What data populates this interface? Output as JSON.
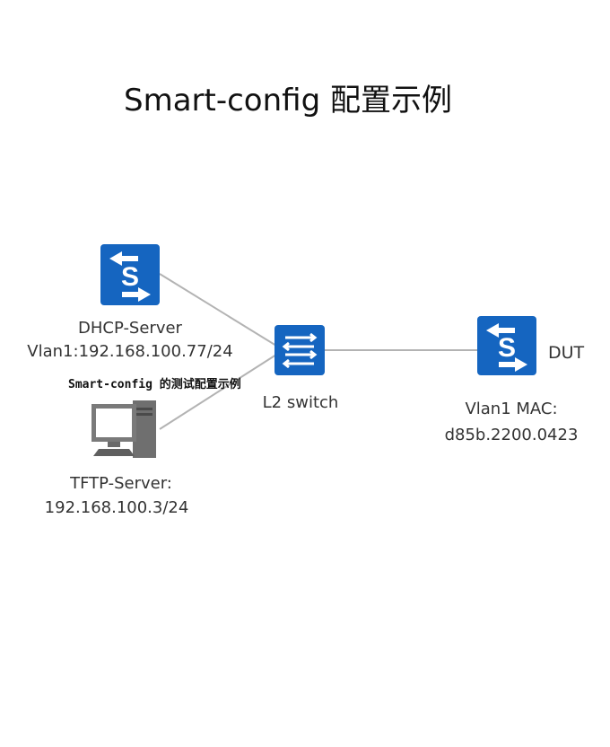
{
  "title": "Smart-config 配置示例",
  "caption": "Smart-config 的测试配置示例",
  "nodes": {
    "dhcp_server": {
      "name": "DHCP-Server",
      "address": "Vlan1:192.168.100.77/24",
      "icon": "router-icon"
    },
    "tftp_server": {
      "name": "TFTP-Server:",
      "address": "192.168.100.3/24",
      "icon": "pc-tower-icon"
    },
    "l2_switch": {
      "name": "L2 switch",
      "icon": "switch-icon"
    },
    "dut": {
      "name": "DUT",
      "mac_label": "Vlan1 MAC:",
      "mac": "d85b.2200.0423",
      "icon": "router-icon"
    }
  },
  "colors": {
    "device_blue": "#1565c0",
    "link_gray": "#b3b3b3"
  }
}
